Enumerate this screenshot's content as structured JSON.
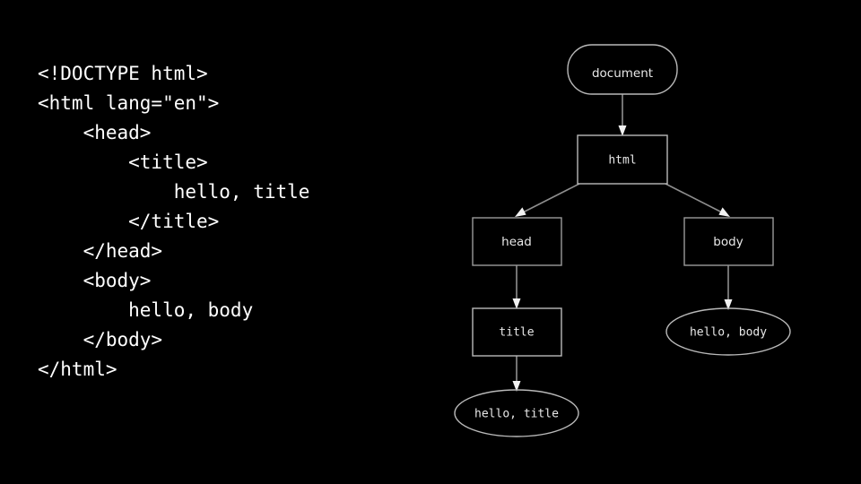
{
  "slide": {
    "background_color": "#000000",
    "text_color": "#ffffff",
    "node_stroke_color": "#b9b9b9",
    "edge_color": "#8e8e8e",
    "arrow_color": "#f2f2f2"
  },
  "code": {
    "language": "html",
    "lines": [
      "<!DOCTYPE html>",
      "",
      "<html lang=\"en\">",
      "    <head>",
      "        <title>",
      "            hello, title",
      "        </title>",
      "    </head>",
      "    <body>",
      "        hello, body",
      "    </body>",
      "</html>"
    ]
  },
  "diagram": {
    "type": "dom-tree",
    "nodes": [
      {
        "id": "document",
        "label": "document",
        "shape": "rounded-rect",
        "font": "sans"
      },
      {
        "id": "html",
        "label": "html",
        "shape": "rect",
        "font": "mono"
      },
      {
        "id": "head",
        "label": "head",
        "shape": "rect",
        "font": "sans"
      },
      {
        "id": "body",
        "label": "body",
        "shape": "rect",
        "font": "sans"
      },
      {
        "id": "title",
        "label": "title",
        "shape": "rect",
        "font": "mono"
      },
      {
        "id": "hello-title",
        "label": "hello, title",
        "shape": "ellipse",
        "font": "mono"
      },
      {
        "id": "hello-body",
        "label": "hello, body",
        "shape": "ellipse",
        "font": "mono"
      }
    ],
    "edges": [
      {
        "from": "document",
        "to": "html"
      },
      {
        "from": "html",
        "to": "head"
      },
      {
        "from": "html",
        "to": "body"
      },
      {
        "from": "head",
        "to": "title"
      },
      {
        "from": "title",
        "to": "hello-title"
      },
      {
        "from": "body",
        "to": "hello-body"
      }
    ]
  }
}
